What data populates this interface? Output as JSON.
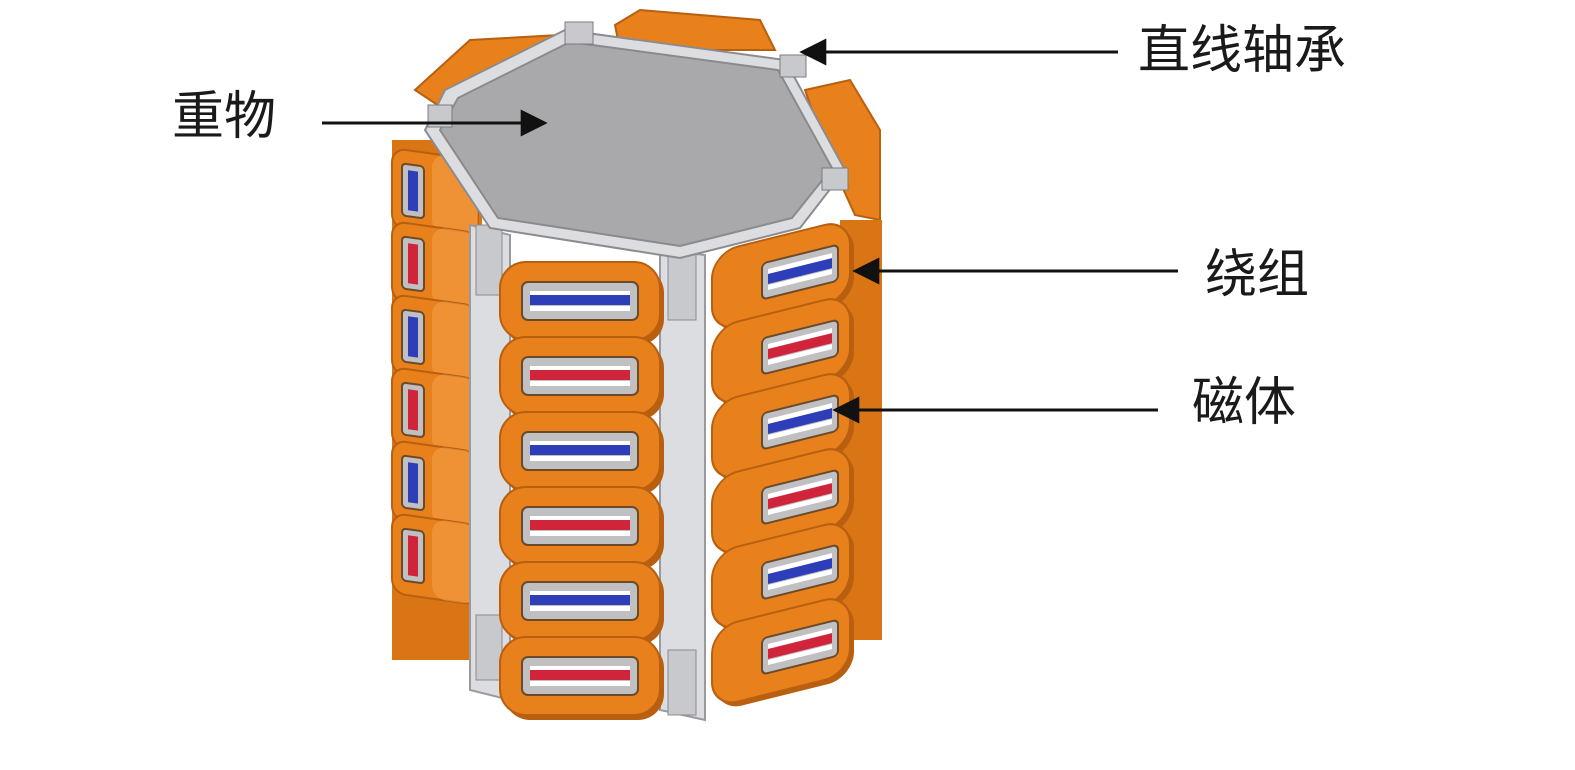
{
  "labels": {
    "bearing": "直线轴承",
    "weight": "重物",
    "winding": "绕组",
    "magnet": "磁体"
  },
  "colors": {
    "coil": "#e8801c",
    "coil_light": "#f3a04a",
    "coil_dark": "#b85f10",
    "slot": "#d9d9d9",
    "magnet_blue": "#2e3eb8",
    "magnet_red": "#d0243a",
    "top": "#a9a9ab",
    "frame": "#dcdde0",
    "arrow": "#111111"
  },
  "icons": [
    "arrow-icon"
  ],
  "counts": {
    "coils_per_column": 6
  },
  "front_column_magnets": [
    "blue",
    "red",
    "blue",
    "red",
    "blue",
    "red"
  ],
  "right_column_magnets": [
    "blue",
    "red",
    "blue",
    "red",
    "blue",
    "red"
  ],
  "left_column_magnets": [
    "blue",
    "red",
    "blue",
    "red",
    "blue",
    "red"
  ]
}
